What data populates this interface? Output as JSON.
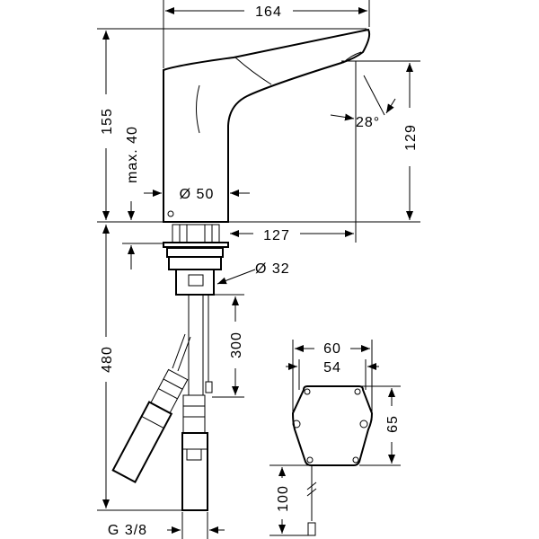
{
  "dimensions": {
    "width_top": "164",
    "height_total": "155",
    "max_deck": "max. 40",
    "spout_height": "129",
    "spout_angle": "28°",
    "base_diameter": "Ø 50",
    "spout_reach": "127",
    "shank_diameter": "Ø 32",
    "cable_length_300": "300",
    "total_depth": "480",
    "box_width_outer": "60",
    "box_width_inner": "54",
    "box_height": "65",
    "box_cable_length": "100",
    "thread": "G 3/8"
  }
}
